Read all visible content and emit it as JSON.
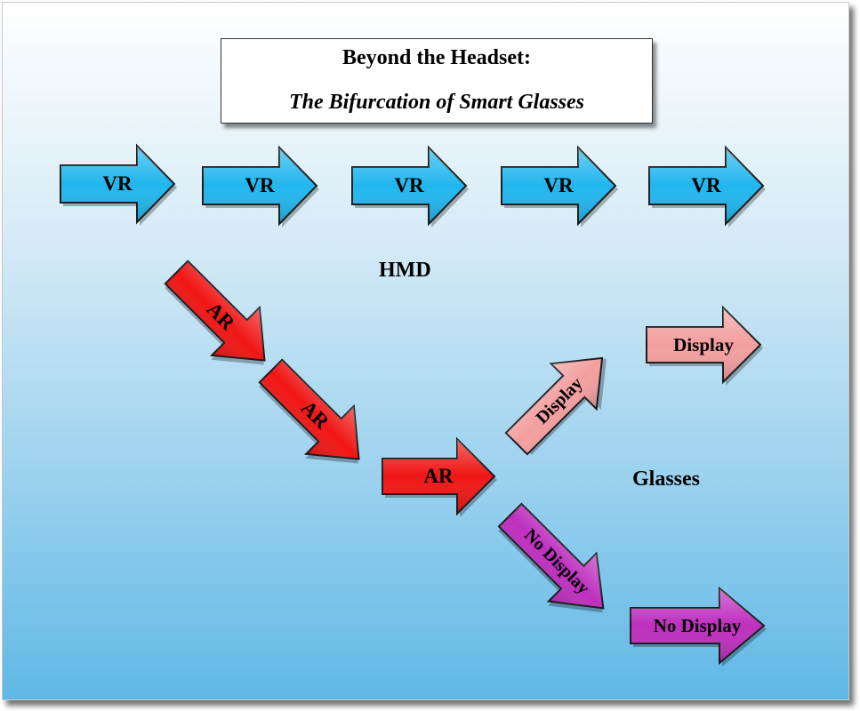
{
  "title": {
    "line1": "Beyond the Headset:",
    "line2": "The Bifurcation of Smart Glasses"
  },
  "vr_label": "VR",
  "ar_label": "AR",
  "display_label": "Display",
  "no_display_label": "No Display",
  "hmd_label": "HMD",
  "glasses_label": "Glasses",
  "colors": {
    "vr_fill": "#21b6ee",
    "ar_fill": "#f01616",
    "display_fill": "#f39e9e",
    "no_display_fill": "#be2fbe",
    "outline": "#1b1b1b"
  }
}
